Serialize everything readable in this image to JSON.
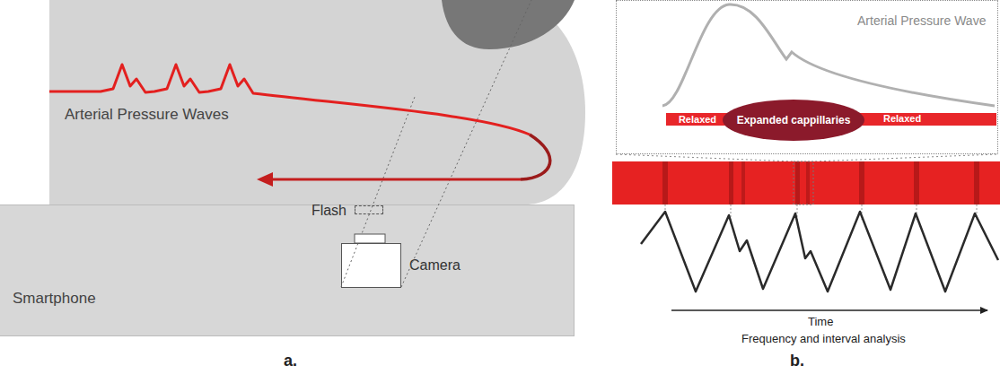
{
  "diagram": {
    "nodes": [
      {
        "text": [
          "Arterial Pressure Waves"
        ]
      },
      {
        "text": [
          "Smartphone"
        ]
      },
      {
        "text": [
          "Flash"
        ],
        "in": 1
      },
      {
        "text": [
          "Camera"
        ],
        "in": 1
      },
      {
        "text": [
          "Arterial Pressure Wave"
        ]
      },
      {
        "text": [
          "Relaxed"
        ],
        "in": 4
      },
      {
        "text": [
          "Expanded cappillaries"
        ],
        "in": 4
      },
      {
        "text": [
          "Relaxed"
        ],
        "in": 4
      }
    ],
    "labels": [
      "a.",
      "Time",
      "Frequency and interval analysis",
      "b."
    ]
  }
}
